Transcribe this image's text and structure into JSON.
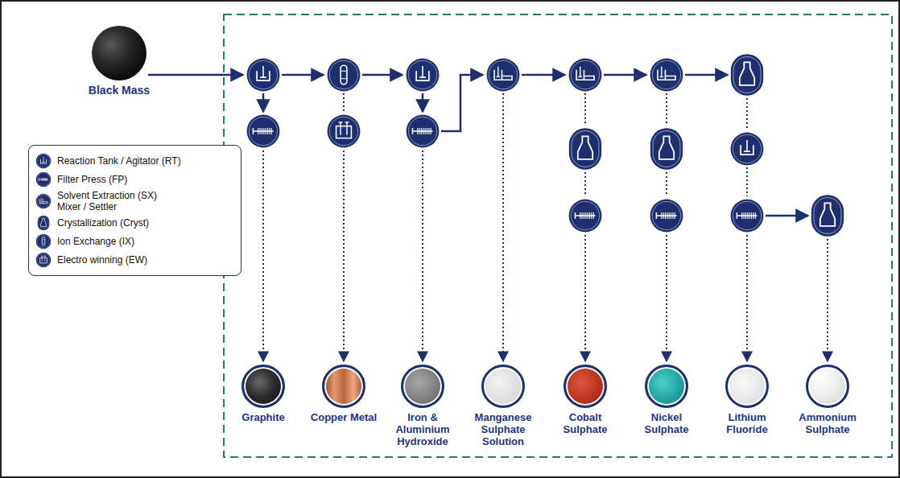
{
  "diagram": {
    "nodes": [
      {
        "text": [
          "Black Mass"
        ]
      },
      {
        "text": [
          "Graphite"
        ]
      },
      {
        "text": [
          "Copper Metal"
        ]
      },
      {
        "text": [
          "Iron & Aluminium Hydroxide"
        ]
      },
      {
        "text": [
          "Manganese Sulphate Solution"
        ]
      },
      {
        "text": [
          "Cobalt Sulphate"
        ]
      },
      {
        "text": [
          "Nickel Sulphate"
        ]
      },
      {
        "text": [
          "Lithium Fluoride"
        ]
      },
      {
        "text": [
          "Ammonium Sulphate"
        ]
      }
    ],
    "legend": [
      {
        "text": "Reaction Tank / Agitator (RT)"
      },
      {
        "text": "Filter Press (FP)"
      },
      {
        "text": "Solvent Extraction (SX) Mixer / Settler"
      },
      {
        "text": "Crystallization (Cryst)"
      },
      {
        "text": "Ion Exchange (IX)"
      },
      {
        "text": "Electro winning (EW)"
      }
    ]
  }
}
